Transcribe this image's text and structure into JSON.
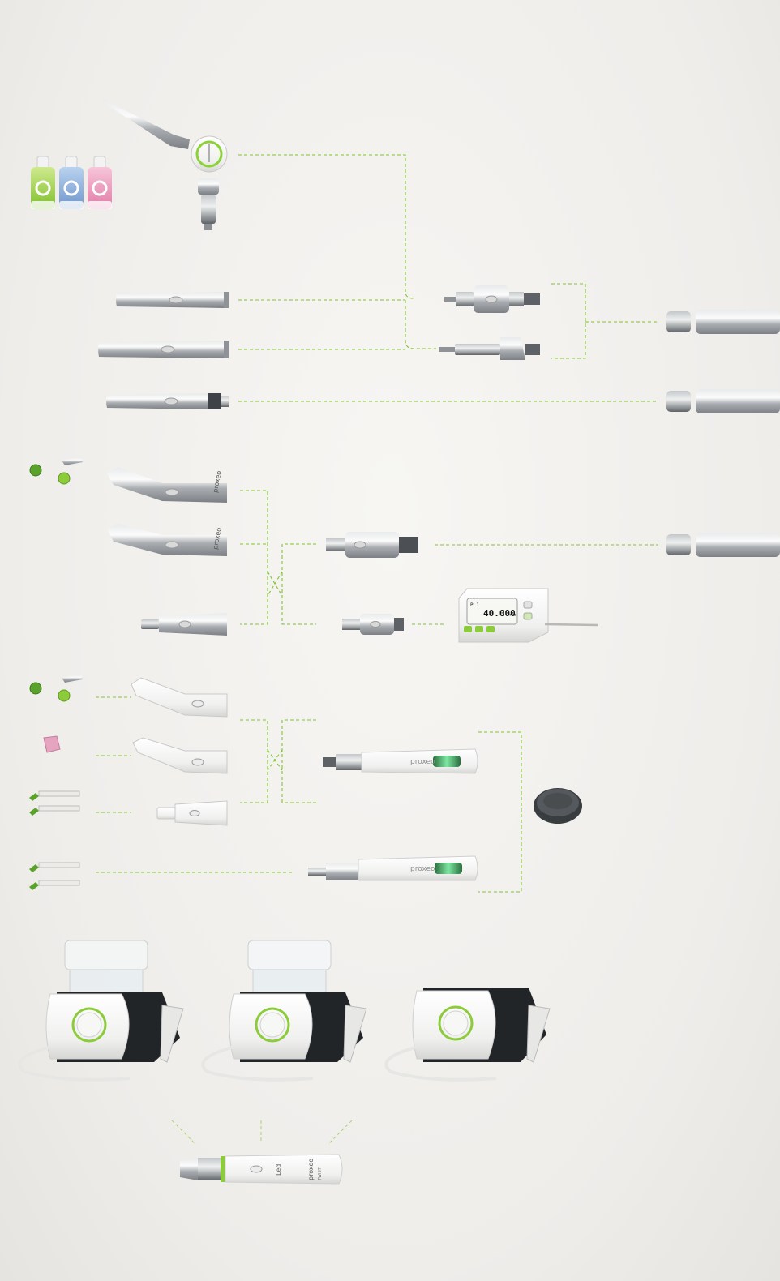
{
  "diagram": {
    "accent_color": "#7ec52e",
    "metal_color": "#b9bcbf",
    "white_body_color": "#f4f4f3"
  },
  "motor_unit": {
    "display_prefix": "P 1",
    "display_value": "40.000",
    "display_unit": "rpm"
  },
  "handpieces": {
    "brand_label": "proxeo",
    "brand_sublabel": "twist",
    "contra_label": "proxeo",
    "piezo_label": "proxeo",
    "scaler_label": "proxeo",
    "scaler_sublabel": "TWIST",
    "scaler_led": "Led"
  },
  "icons": {
    "foot_control": "foot-control-icon",
    "bottles": "prophy-powder-bottle-icon",
    "tips": "prophy-tip-icon"
  }
}
